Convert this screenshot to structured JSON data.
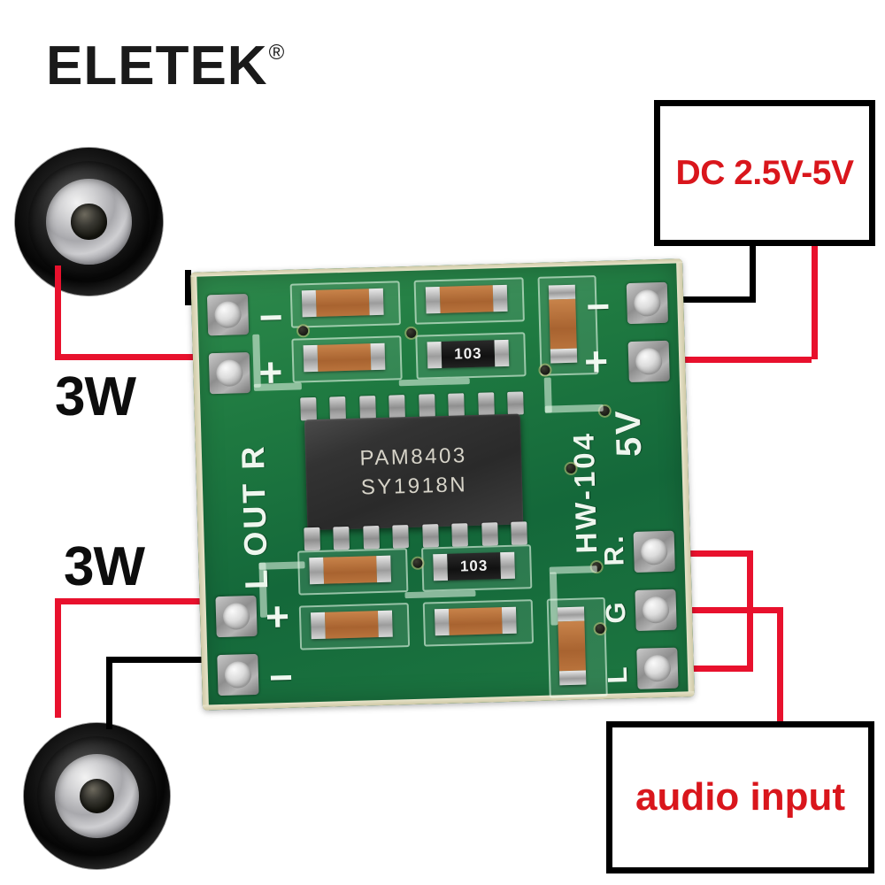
{
  "brand": {
    "name": "ELETEK",
    "registered_mark": "®"
  },
  "callouts": {
    "power": {
      "label": "DC 2.5V-5V",
      "color": "#d9161c",
      "border_color": "#000000"
    },
    "audio": {
      "label": "audio input",
      "color": "#d9161c",
      "border_color": "#000000"
    }
  },
  "speakers": {
    "top": {
      "power_label": "3W"
    },
    "bottom": {
      "power_label": "3W"
    }
  },
  "board": {
    "model_marking": "HW-104",
    "ic": {
      "line1": "PAM8403",
      "line2": "SY1918N"
    },
    "silkscreen": {
      "left_channel_group": "L OUT R",
      "power_group": "5V",
      "audio_right": "R.",
      "audio_ground": "G",
      "audio_left": "L",
      "minus": "−",
      "plus": "+"
    },
    "resistors": [
      {
        "code": "103"
      },
      {
        "code": "103"
      }
    ],
    "colors": {
      "pcb_green": "#1f7a41",
      "silkscreen_white": "#eef6ee",
      "pad_silver": "#b5b5b5",
      "capacitor_tan": "#b9733c"
    }
  },
  "wires": {
    "positive_color": "#e8112d",
    "negative_color": "#000000"
  }
}
